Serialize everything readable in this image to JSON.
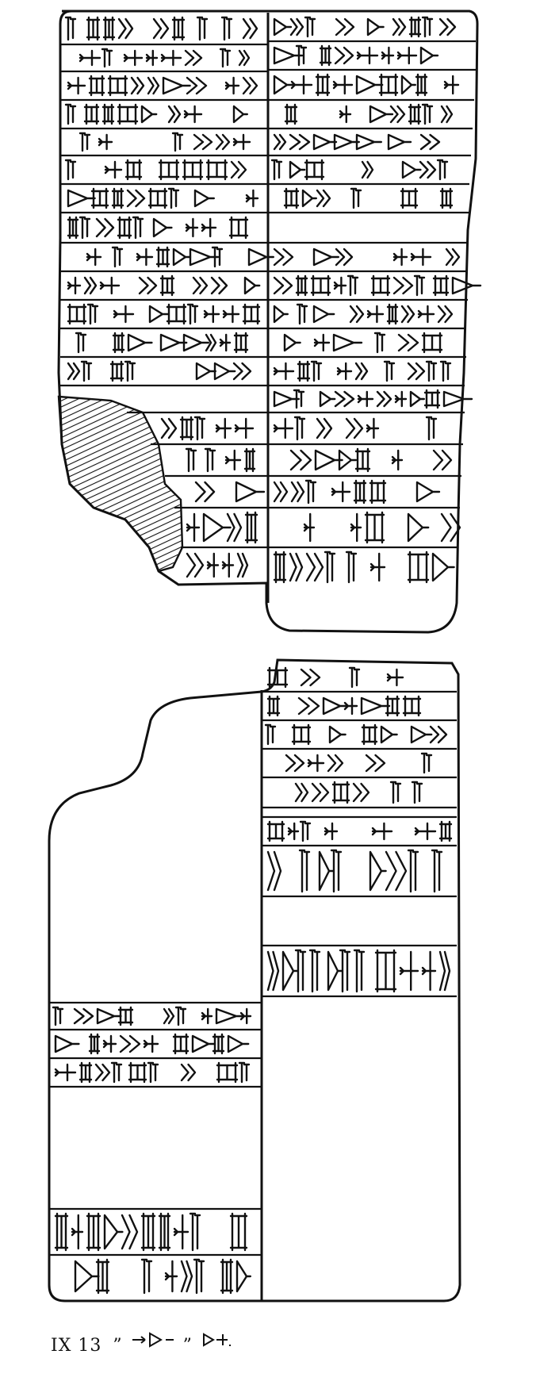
{
  "figure": {
    "title": "",
    "caption_text": "IX 13",
    "caption_marks": [
      "sign-group-1",
      "sign-group-2"
    ]
  },
  "fragments": [
    {
      "name": "upper-fragment",
      "columns": 2
    },
    {
      "name": "lower-fragment",
      "columns": 2
    }
  ],
  "colors": {
    "ink": "#111111",
    "paper": "#ffffff"
  }
}
